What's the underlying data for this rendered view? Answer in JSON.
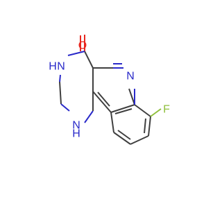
{
  "molecule": {
    "atoms": {
      "oxygen": "O",
      "amide_nitrogen": "N",
      "amide_hydrogen": "H",
      "amine_nitrogen": "N",
      "amine_hydrogen": "H",
      "pyridine_nitrogen": "N",
      "fluorine": "F"
    },
    "colors": {
      "bond": "#3f3f3f",
      "nitrogen": "#2929c9",
      "oxygen": "#e8261e",
      "fluorine": "#8fbf3c"
    }
  }
}
